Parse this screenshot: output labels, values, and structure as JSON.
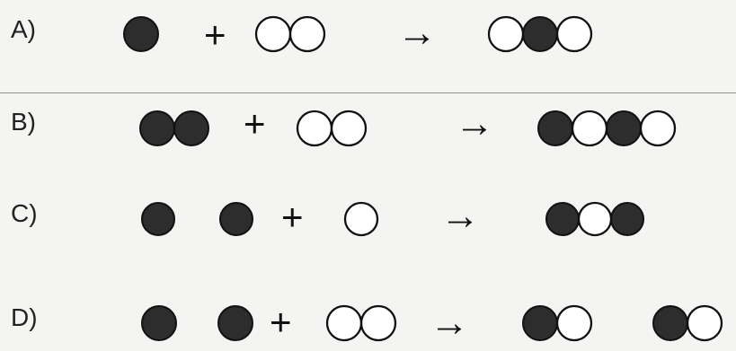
{
  "options": [
    {
      "label": "A)",
      "plus": "+",
      "arrow": "→",
      "reactants": [
        {
          "atoms": [
            "filled"
          ]
        },
        {
          "atoms": [
            "open",
            "open"
          ]
        }
      ],
      "products": [
        {
          "atoms": [
            "open",
            "filled",
            "open"
          ]
        }
      ]
    },
    {
      "label": "B)",
      "plus": "+",
      "arrow": "→",
      "reactants": [
        {
          "atoms": [
            "filled",
            "filled"
          ]
        },
        {
          "atoms": [
            "open",
            "open"
          ]
        }
      ],
      "products": [
        {
          "atoms": [
            "filled",
            "open",
            "filled",
            "open"
          ]
        }
      ]
    },
    {
      "label": "C)",
      "plus": "+",
      "arrow": "→",
      "reactants": [
        {
          "atoms": [
            "filled"
          ]
        },
        {
          "atoms": [
            "filled"
          ]
        },
        {
          "atoms": [
            "open"
          ]
        }
      ],
      "products": [
        {
          "atoms": [
            "filled",
            "open",
            "filled"
          ]
        }
      ]
    },
    {
      "label": "D)",
      "plus": "+",
      "arrow": "→",
      "reactants": [
        {
          "atoms": [
            "filled"
          ]
        },
        {
          "atoms": [
            "filled"
          ]
        },
        {
          "atoms": [
            "open",
            "open"
          ]
        }
      ],
      "products": [
        {
          "atoms": [
            "filled",
            "open"
          ]
        },
        {
          "atoms": [
            "filled",
            "open"
          ]
        }
      ]
    }
  ],
  "colors": {
    "filled_atom": "#2d2d2d",
    "open_atom": "#ffffff",
    "atom_outline": "#111111"
  }
}
